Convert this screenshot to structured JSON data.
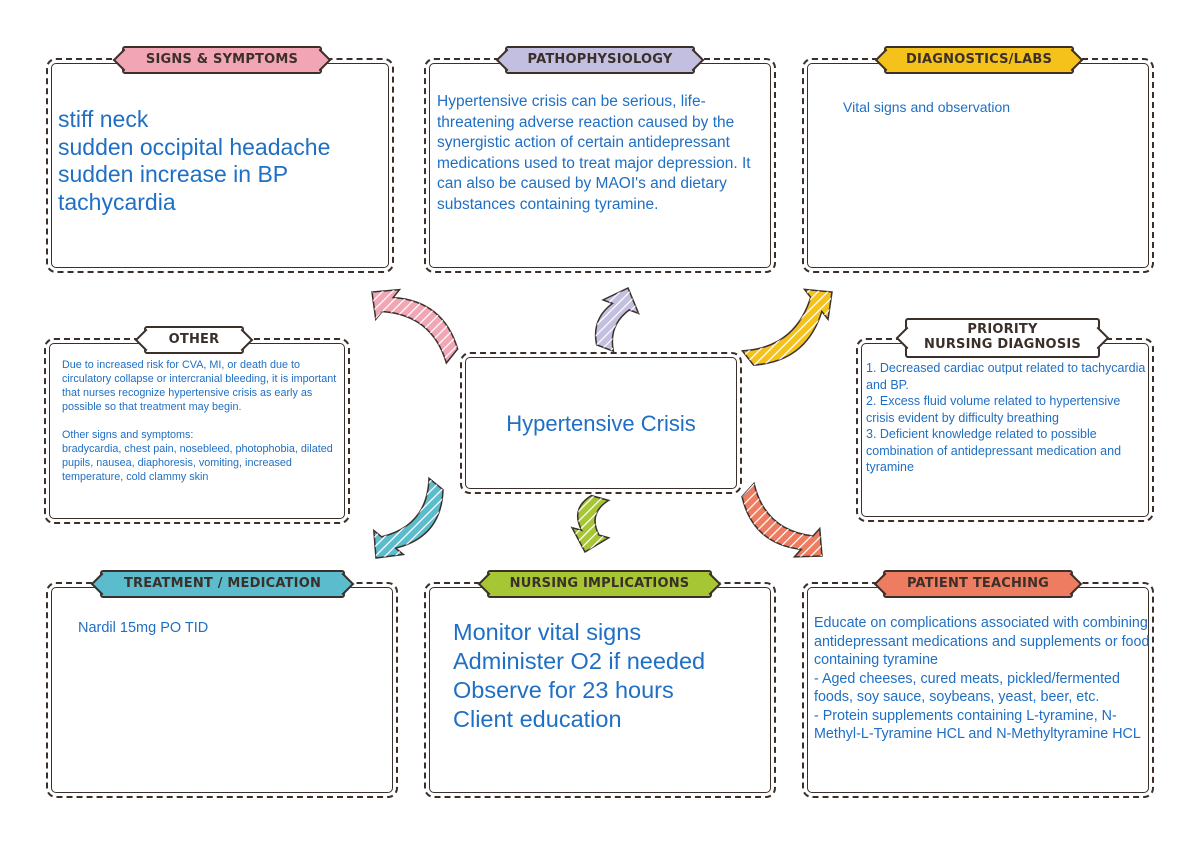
{
  "center": {
    "title": "Hypertensive Crisis"
  },
  "signs": {
    "label": "SIGNS & SYMPTOMS",
    "color": "#f2a6b5",
    "text": "stiff neck\nsudden occipital headache\nsudden increase in BP\ntachycardia"
  },
  "patho": {
    "label": "PATHOPHYSIOLOGY",
    "color": "#c3bfe0",
    "text": "Hypertensive crisis can be serious, life-threatening adverse reaction caused by the synergistic action of certain antidepressant medications used to treat major depression. It can also be caused by MAOI's and dietary substances containing tyramine."
  },
  "diag": {
    "label": "DIAGNOSTICS/LABS",
    "color": "#f5c21b",
    "text": "Vital signs and observation"
  },
  "other": {
    "label": "OTHER",
    "color": "#ffffff",
    "text": "Due to increased risk for CVA, MI, or death due to circulatory collapse or intercranial bleeding, it is important that nurses recognize hypertensive crisis as early as possible so that treatment may begin.\n\nOther signs and symptoms:\nbradycardia, chest pain, nosebleed, photophobia, dilated pupils, nausea, diaphoresis, vomiting, increased temperature, cold clammy skin"
  },
  "priority": {
    "label": "PRIORITY\nNURSING DIAGNOSIS",
    "color": "#ffffff",
    "text": "1. Decreased cardiac output related to tachycardia and BP.\n2. Excess fluid volume related to hypertensive crisis evident by difficulty breathing\n3. Deficient knowledge related to possible combination of antidepressant medication and tyramine"
  },
  "treatment": {
    "label": "TREATMENT / MEDICATION",
    "color": "#5bbccd",
    "text": "Nardil 15mg PO TID"
  },
  "nursing": {
    "label": "NURSING IMPLICATIONS",
    "color": "#a6c634",
    "text": "Monitor vital signs\nAdminister O2 if needed\nObserve for 23 hours\nClient education"
  },
  "teaching": {
    "label": "PATIENT TEACHING",
    "color": "#ee7c60",
    "text": "Educate on complications associated with combining antidepressant medications and supplements or food containing tyramine\n- Aged cheeses, cured meats, pickled/fermented foods, soy sauce, soybeans, yeast, beer, etc.\n- Protein supplements containing L-tyramine, N-Methyl-L-Tyramine HCL and N-Methyltyramine HCL"
  }
}
